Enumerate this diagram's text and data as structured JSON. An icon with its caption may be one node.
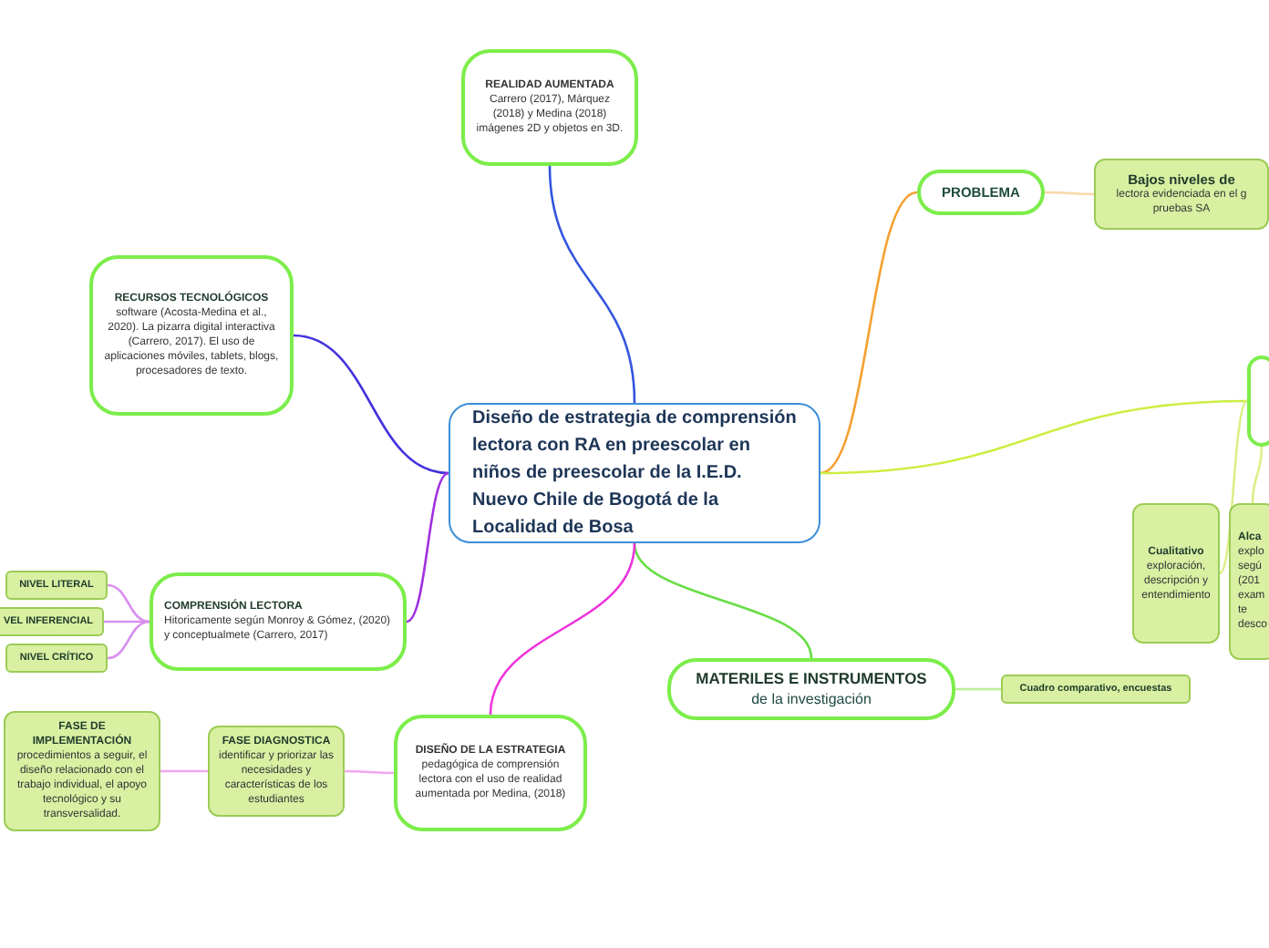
{
  "diagram": {
    "nodes": [
      {
        "text": [
          "Diseño de estrategia de comprensión lectora con RA en preescolar en niños de preescolar de la I.E.D. Nuevo Chile de Bogotá de la Localidad de Bosa"
        ]
      },
      {
        "text": [
          "**REALIDAD AUMENTADA** Carrero (2017), Márquez (2018) y Medina (2018) imágenes 2D y objetos en 3D."
        ]
      },
      {
        "text": [
          "RECURSOS TECNOLÓGICOS",
          "software (Acosta-Medina et al., 2020). La pizarra digital interactiva (Carrero, 2017). El uso de aplicaciones móviles, tablets, blogs, procesadores de texto."
        ]
      },
      {
        "text": [
          "PROBLEMA"
        ]
      },
      {
        "text": [
          "Bajos niveles de",
          "lectora evidenciada en el g pruebas SA"
        ]
      },
      {
        "text": [],
        "shape": "box"
      },
      {
        "text": [
          "Cualitativo",
          "exploración, descripción y entendimiento"
        ]
      },
      {
        "text": [
          "Alca",
          "explo segú (201 exam te desco"
        ]
      },
      {
        "text": [
          "COMPRENSIÓN LECTORA",
          "Hitoricamente según Monroy & Gómez, (2020) y conceptualmete (Carrero, 2017)"
        ]
      },
      {
        "text": [
          "NIVEL LITERAL"
        ]
      },
      {
        "text": [
          "VEL INFERENCIAL"
        ]
      },
      {
        "text": [
          "NIVEL CRÍTICO"
        ]
      },
      {
        "text": [
          "MATERILES E INSTRUMENTOS",
          "de la investigación"
        ]
      },
      {
        "text": [
          "Cuadro comparativo, encuestas"
        ]
      },
      {
        "text": [
          "**DISEÑO DE LA ESTRATEGIA** pedagógica de comprensión lectora con el uso de realidad aumentada por Medina, (2018)"
        ]
      },
      {
        "text": [
          "FASE DIAGNOSTICA",
          "identificar y priorizar las necesidades y características de los estudiantes"
        ]
      },
      {
        "text": [
          "FASE DE IMPLEMENTACIÓN",
          "procedimientos a seguir, el diseño relacionado con el trabajo individual, el apoyo tecnológico y su transversalidad."
        ]
      }
    ],
    "edges": [
      {
        "from": 0,
        "to": 1,
        "arrow": "none",
        "color": "#3355dd"
      },
      {
        "from": 0,
        "to": 2,
        "arrow": "none",
        "color": "#4433dd"
      },
      {
        "from": 0,
        "to": 3,
        "arrow": "none",
        "color": "#f5a030"
      },
      {
        "from": 3,
        "to": 4,
        "arrow": "none",
        "color": "#f8d8a8"
      },
      {
        "from": 0,
        "to": 5,
        "arrow": "none",
        "color": "#ccee44"
      },
      {
        "from": 5,
        "to": 6,
        "arrow": "none",
        "color": "#ddee88"
      },
      {
        "from": 5,
        "to": 7,
        "arrow": "none",
        "color": "#ddee88"
      },
      {
        "from": 0,
        "to": 8,
        "arrow": "none",
        "color": "#a030e0"
      },
      {
        "from": 8,
        "to": 9,
        "arrow": "none",
        "color": "#d890f0"
      },
      {
        "from": 8,
        "to": 10,
        "arrow": "none",
        "color": "#d890f0"
      },
      {
        "from": 8,
        "to": 11,
        "arrow": "none",
        "color": "#d890f0"
      },
      {
        "from": 0,
        "to": 12,
        "arrow": "none",
        "color": "#66dd44"
      },
      {
        "from": 12,
        "to": 13,
        "arrow": "none",
        "color": "#bbee99"
      },
      {
        "from": 0,
        "to": 14,
        "arrow": "none",
        "color": "#ee33dd"
      },
      {
        "from": 14,
        "to": 15,
        "arrow": "none",
        "color": "#f0a8f0"
      },
      {
        "from": 15,
        "to": 16,
        "arrow": "none",
        "color": "#f0a8f0"
      }
    ]
  }
}
